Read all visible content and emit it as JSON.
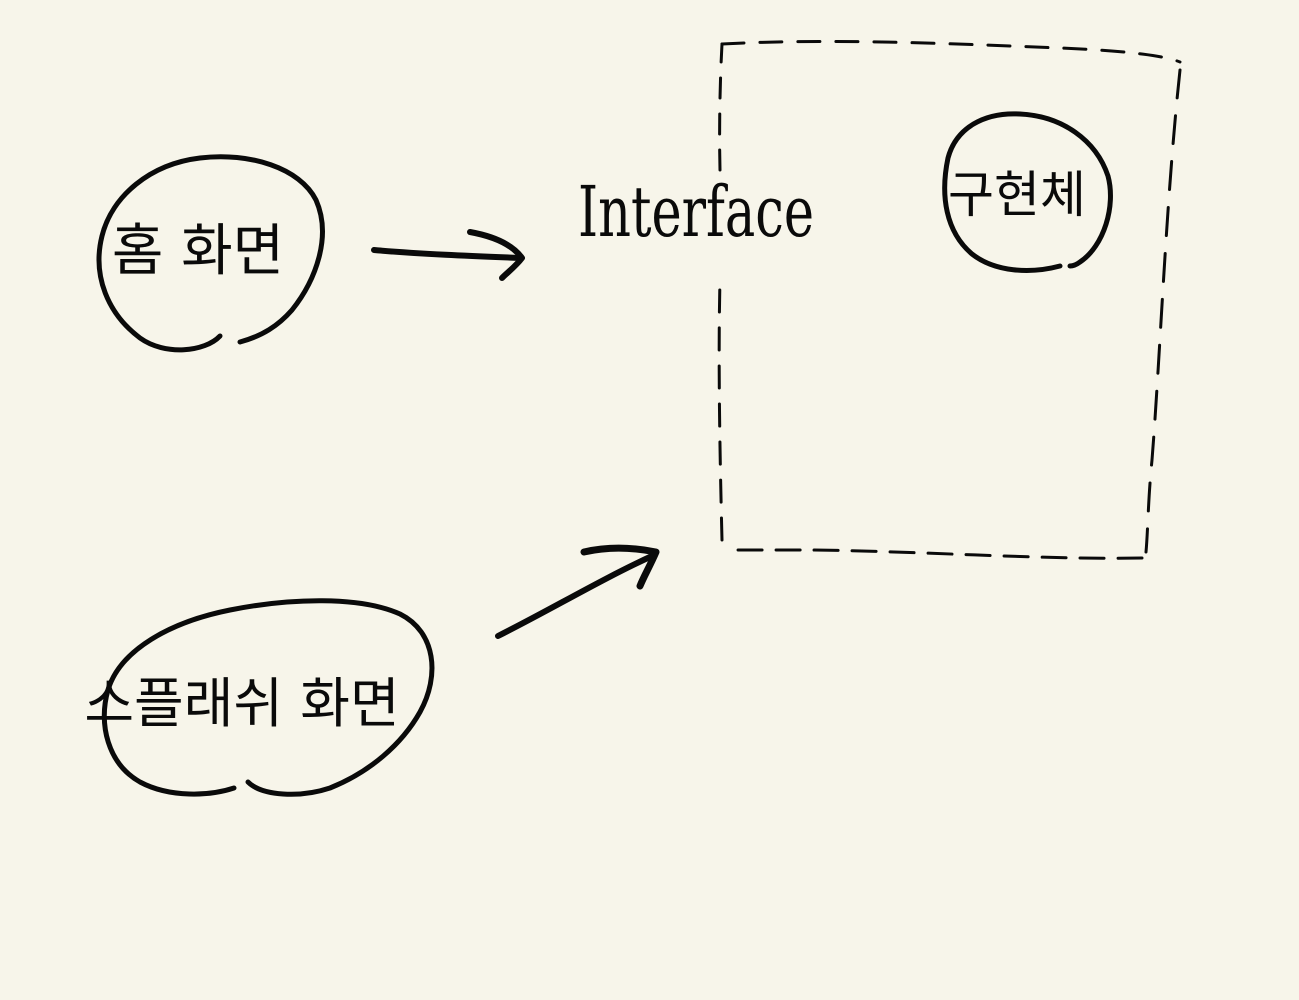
{
  "diagram": {
    "background": "#f7f5ea",
    "ink": "#0a0a0a",
    "nodes": {
      "home_screen": {
        "label": "홈 화면"
      },
      "splash_screen": {
        "label": "스플래쉬 화면"
      },
      "interface": {
        "label": "Interface"
      },
      "implementation": {
        "label": "구현체"
      }
    },
    "edges": [
      {
        "from": "홈 화면",
        "to": "Interface"
      },
      {
        "from": "스플래쉬 화면",
        "to": "Interface"
      }
    ]
  }
}
